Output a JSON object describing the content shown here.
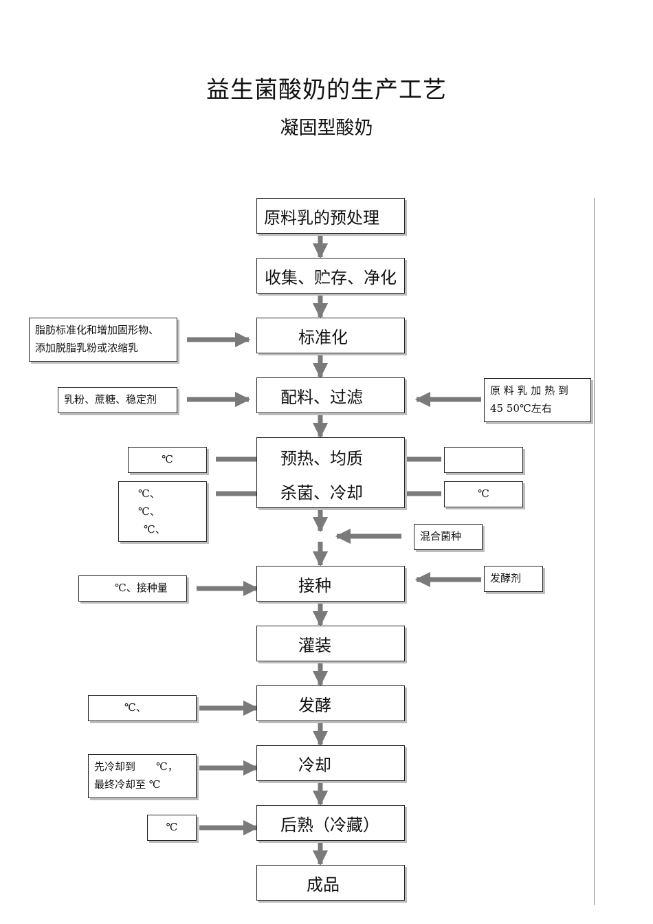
{
  "title": "益生菌酸奶的生产工艺",
  "subtitle": "凝固型酸奶",
  "steps": {
    "s1": "原料乳的预处理",
    "s2": "收集、贮存、净化",
    "s3": "标准化",
    "s4": "配料、过滤",
    "s5a": "预热、均质",
    "s5b": "杀菌、冷却",
    "s6": "接种",
    "s7": "灌装",
    "s8": "发酵",
    "s9": "冷却",
    "s10": "后熟（冷藏）",
    "s11": "成品"
  },
  "notes": {
    "standardize_1": "脂肪标准化和增加固形物、",
    "standardize_2": "添加脱脂乳粉或浓缩乳",
    "ingredients": "乳粉、蔗糖、稳定剂",
    "heat_1": "原 料 乳 加 热 到",
    "heat_2": "45 50℃左右",
    "preheat_temp": "℃",
    "sterilize_1": "℃、",
    "sterilize_2": "℃、",
    "sterilize_3": "℃、",
    "cool_temp": "℃",
    "mixed_culture": "混合菌种",
    "inoculate_temp": "℃、接种量",
    "starter": "发酵剂",
    "ferment_temp": "℃、",
    "cool_1": "先冷却到　　℃，",
    "cool_2": "最终冷却至 ℃",
    "ripen_temp": "℃"
  }
}
